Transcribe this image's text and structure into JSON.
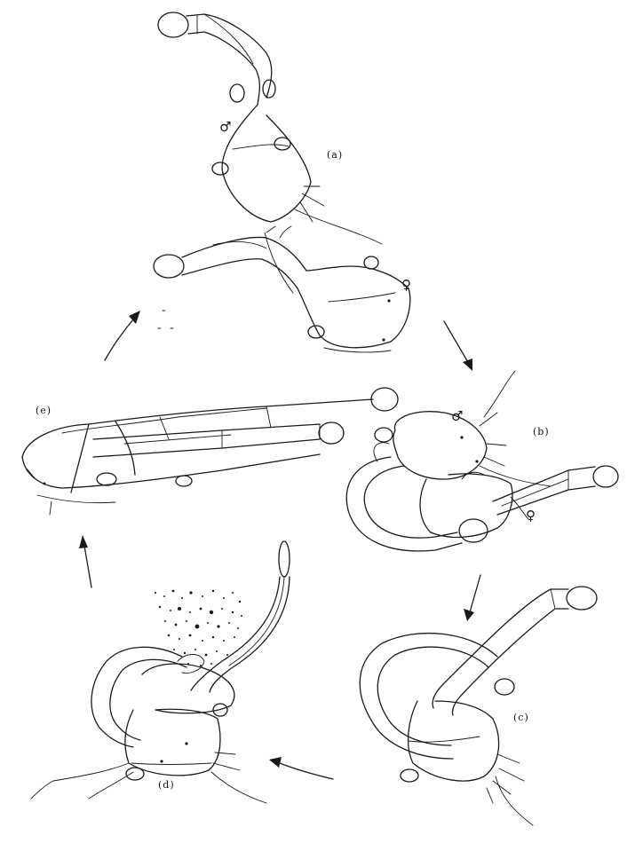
{
  "figure": {
    "panels": [
      {
        "id": "a",
        "label": "(a)",
        "sex_marks": [
          "♂",
          "♀"
        ]
      },
      {
        "id": "b",
        "label": "(b)",
        "sex_marks": [
          "♂",
          "♀"
        ]
      },
      {
        "id": "c",
        "label": "(c)",
        "sex_marks": []
      },
      {
        "id": "d",
        "label": "(d)",
        "sex_marks": []
      },
      {
        "id": "e",
        "label": "(e)",
        "sex_marks": []
      }
    ],
    "cycle_order": [
      "a",
      "b",
      "c",
      "d",
      "e",
      "a"
    ],
    "ink_color": "#1a1a1a",
    "background": "#ffffff"
  }
}
